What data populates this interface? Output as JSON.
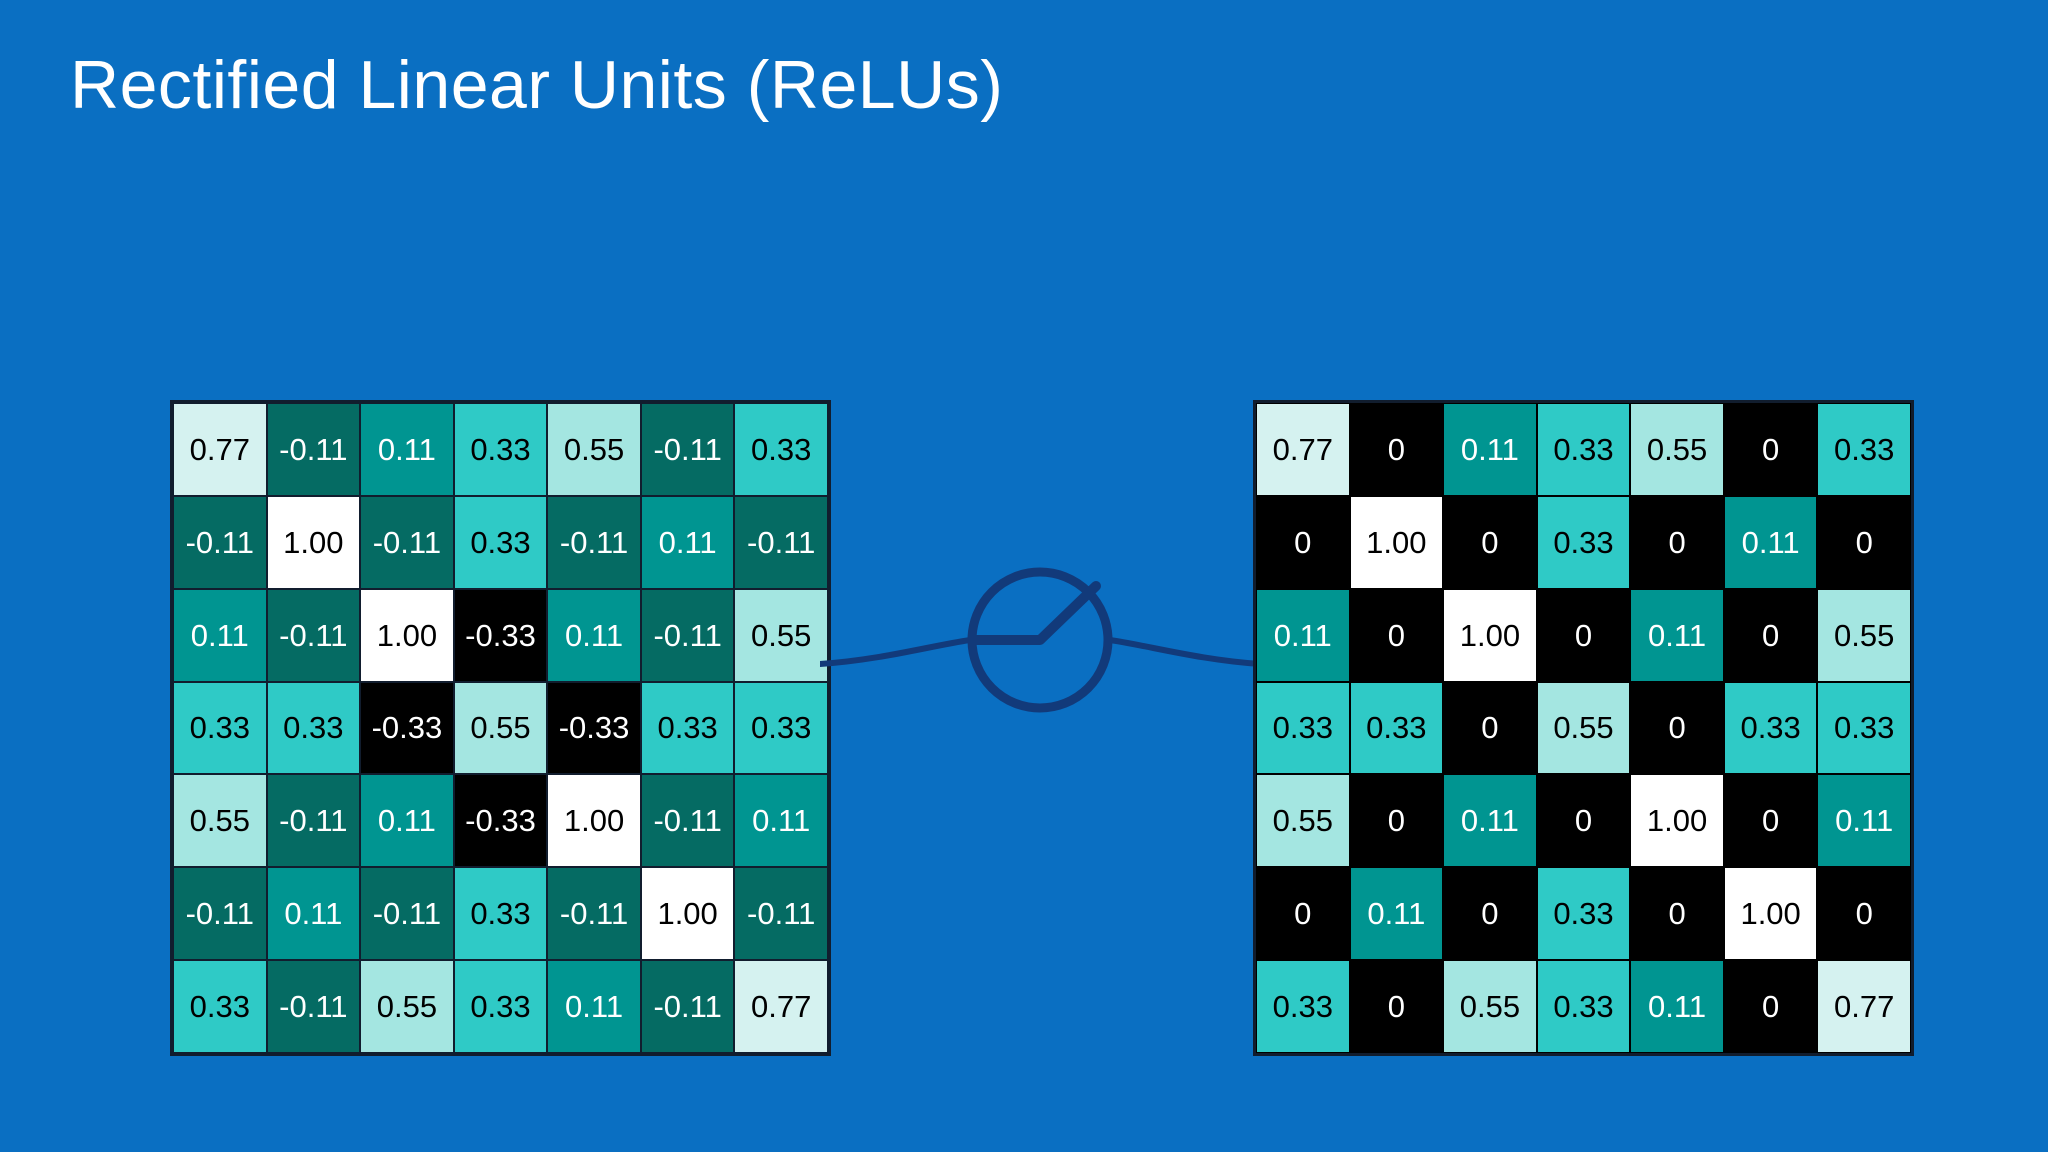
{
  "slide": {
    "title": "Rectified Linear Units (ReLUs)",
    "background_color": "#0a6fc2",
    "title_color": "#ffffff"
  },
  "relu_node": {
    "icon_name": "relu-activation-circle-icon",
    "stroke_color": "#123a7a",
    "description": "Circle containing the ReLU piecewise-linear activation curve, wired between the input and output matrices"
  },
  "legend": {
    "value_colors": {
      "1.00": {
        "fill": "#ffffff",
        "text": "#000000"
      },
      "0.77": {
        "fill": "#d5f2f0",
        "text": "#000000"
      },
      "0.55": {
        "fill": "#a4e6e1",
        "text": "#000000"
      },
      "0.33": {
        "fill": "#2fcac6",
        "text": "#000000"
      },
      "0.11": {
        "fill": "#009591",
        "text": "#ffffff"
      },
      "-0.11": {
        "fill": "#056b63",
        "text": "#ffffff"
      },
      "-0.33": {
        "fill": "#000000",
        "text": "#ffffff"
      },
      "0": {
        "fill": "#000000",
        "text": "#ffffff"
      }
    }
  },
  "chart_data": {
    "type": "heatmap",
    "title": "Rectified Linear Units (ReLUs)",
    "xlabel": "",
    "ylabel": "",
    "grid": true,
    "legend_position": "none",
    "colormap": {
      "1.00": "#ffffff",
      "0.77": "#d5f2f0",
      "0.55": "#a4e6e1",
      "0.33": "#2fcac6",
      "0.11": "#009591",
      "-0.11": "#056b63",
      "-0.33": "#000000",
      "0": "#000000"
    },
    "panels": [
      {
        "name": "input-feature-map",
        "rows": 7,
        "cols": 7,
        "values": [
          [
            "0.77",
            "-0.11",
            "0.11",
            "0.33",
            "0.55",
            "-0.11",
            "0.33"
          ],
          [
            "-0.11",
            "1.00",
            "-0.11",
            "0.33",
            "-0.11",
            "0.11",
            "-0.11"
          ],
          [
            "0.11",
            "-0.11",
            "1.00",
            "-0.33",
            "0.11",
            "-0.11",
            "0.55"
          ],
          [
            "0.33",
            "0.33",
            "-0.33",
            "0.55",
            "-0.33",
            "0.33",
            "0.33"
          ],
          [
            "0.55",
            "-0.11",
            "0.11",
            "-0.33",
            "1.00",
            "-0.11",
            "0.11"
          ],
          [
            "-0.11",
            "0.11",
            "-0.11",
            "0.33",
            "-0.11",
            "1.00",
            "-0.11"
          ],
          [
            "0.33",
            "-0.11",
            "0.55",
            "0.33",
            "0.11",
            "-0.11",
            "0.77"
          ]
        ]
      },
      {
        "name": "output-feature-map",
        "rows": 7,
        "cols": 7,
        "values": [
          [
            "0.77",
            "0",
            "0.11",
            "0.33",
            "0.55",
            "0",
            "0.33"
          ],
          [
            "0",
            "1.00",
            "0",
            "0.33",
            "0",
            "0.11",
            "0"
          ],
          [
            "0.11",
            "0",
            "1.00",
            "0",
            "0.11",
            "0",
            "0.55"
          ],
          [
            "0.33",
            "0.33",
            "0",
            "0.55",
            "0",
            "0.33",
            "0.33"
          ],
          [
            "0.55",
            "0",
            "0.11",
            "0",
            "1.00",
            "0",
            "0.11"
          ],
          [
            "0",
            "0.11",
            "0",
            "0.33",
            "0",
            "1.00",
            "0"
          ],
          [
            "0.33",
            "0",
            "0.55",
            "0.33",
            "0.11",
            "0",
            "0.77"
          ]
        ]
      }
    ]
  }
}
